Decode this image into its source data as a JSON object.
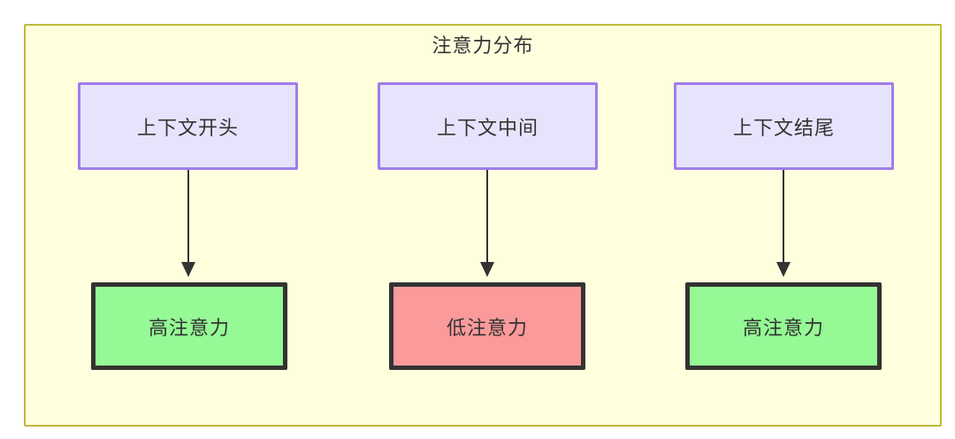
{
  "diagram": {
    "title": "注意力分布",
    "type": "flowchart",
    "background_color": "#ffffff",
    "container": {
      "label": "注意力分布",
      "fill_color": "#ffffde",
      "border_color": "#bfb93b"
    },
    "palette": {
      "context_fill": "#e6e4fc",
      "context_border": "#9f7cea",
      "high_attention_fill": "#95f995",
      "low_attention_fill": "#fb9a9a",
      "node_border_dark": "#333333",
      "text_color": "#333333",
      "edge_color": "#333333"
    },
    "context_nodes": [
      {
        "id": "ctx-start",
        "label": "上下文开头",
        "fill": "#e6e4fc"
      },
      {
        "id": "ctx-middle",
        "label": "上下文中间",
        "fill": "#e6e4fc"
      },
      {
        "id": "ctx-end",
        "label": "上下文结尾",
        "fill": "#e6e4fc"
      }
    ],
    "attention_nodes": [
      {
        "id": "attn-high-start",
        "label": "高注意力",
        "level": "high",
        "fill": "#95f995"
      },
      {
        "id": "attn-low-middle",
        "label": "低注意力",
        "level": "low",
        "fill": "#fb9a9a"
      },
      {
        "id": "attn-high-end",
        "label": "高注意力",
        "level": "high",
        "fill": "#95f995"
      }
    ],
    "edges": [
      {
        "from": "ctx-start",
        "to": "attn-high-start",
        "label": "",
        "arrow": "solid"
      },
      {
        "from": "ctx-middle",
        "to": "attn-low-middle",
        "label": "",
        "arrow": "solid"
      },
      {
        "from": "ctx-end",
        "to": "attn-high-end",
        "label": "",
        "arrow": "solid"
      }
    ]
  }
}
